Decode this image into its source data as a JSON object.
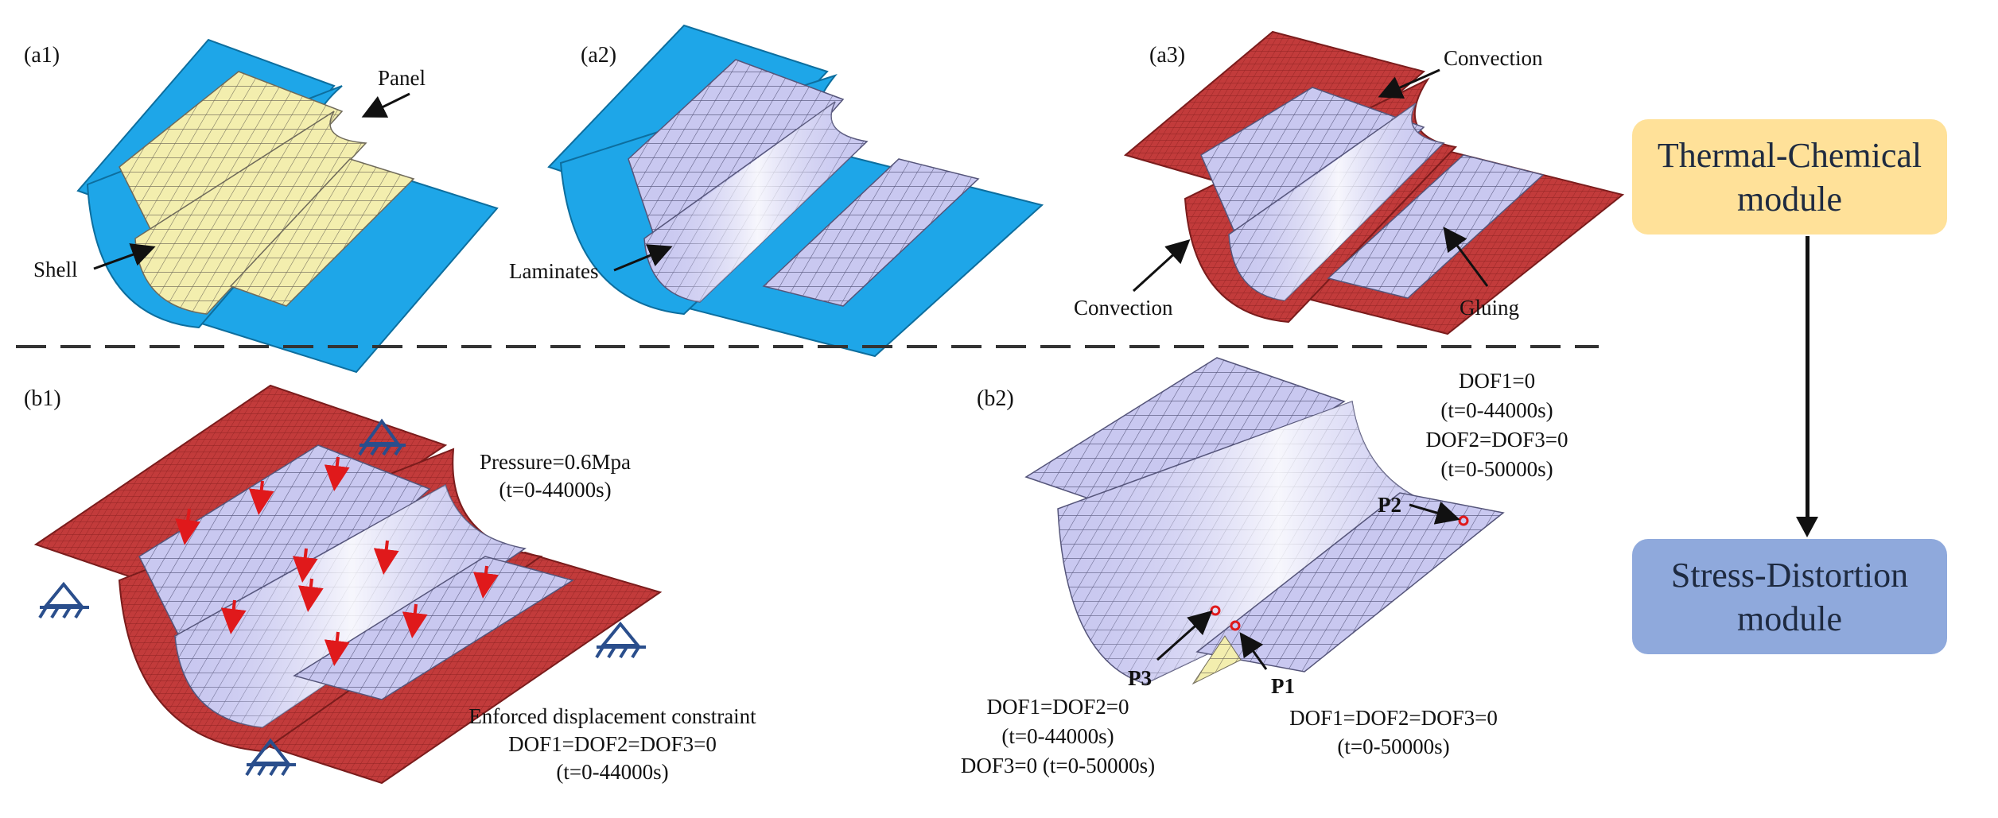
{
  "panels": {
    "a1": {
      "id": "(a1)",
      "labels": {
        "panel": "Panel",
        "shell": "Shell"
      }
    },
    "a2": {
      "id": "(a2)",
      "labels": {
        "laminates": "Laminates"
      }
    },
    "a3": {
      "id": "(a3)",
      "labels": {
        "convection_top": "Convection",
        "convection_left": "Convection",
        "gluing": "Gluing"
      }
    },
    "b1": {
      "id": "(b1)",
      "pressure": "Pressure=0.6Mpa",
      "pressure_time": "(t=0-44000s)",
      "constraint_title": "Enforced displacement constraint",
      "constraint_dof": "DOF1=DOF2=DOF3=0",
      "constraint_time": "(t=0-44000s)"
    },
    "b2": {
      "id": "(b2)",
      "p2": {
        "name": "P2",
        "line1": "DOF1=0",
        "line2": "(t=0-44000s)",
        "line3": "DOF2=DOF3=0",
        "line4": "(t=0-50000s)"
      },
      "p3": {
        "name": "P3",
        "line1": "DOF1=DOF2=0",
        "line2": "(t=0-44000s)",
        "line3": "DOF3=0 (t=0-50000s)"
      },
      "p1": {
        "name": "P1",
        "line1": "DOF1=DOF2=DOF3=0",
        "line2": "(t=0-50000s)"
      }
    }
  },
  "flow": {
    "module_top": "Thermal-Chemical\nmodule",
    "module_bottom": "Stress-Distortion\nmodule"
  },
  "colors": {
    "panel_blue": "#1ea6e8",
    "laminate_yellow": "#f3eeae",
    "laminate_lavender": "#c9c8f0",
    "convection_red": "#c23b3b",
    "module_yellow": "#ffe199",
    "module_blue": "#8fa9dc",
    "support_blue": "#2a4e8c",
    "pressure_arrow": "#e0191b"
  }
}
